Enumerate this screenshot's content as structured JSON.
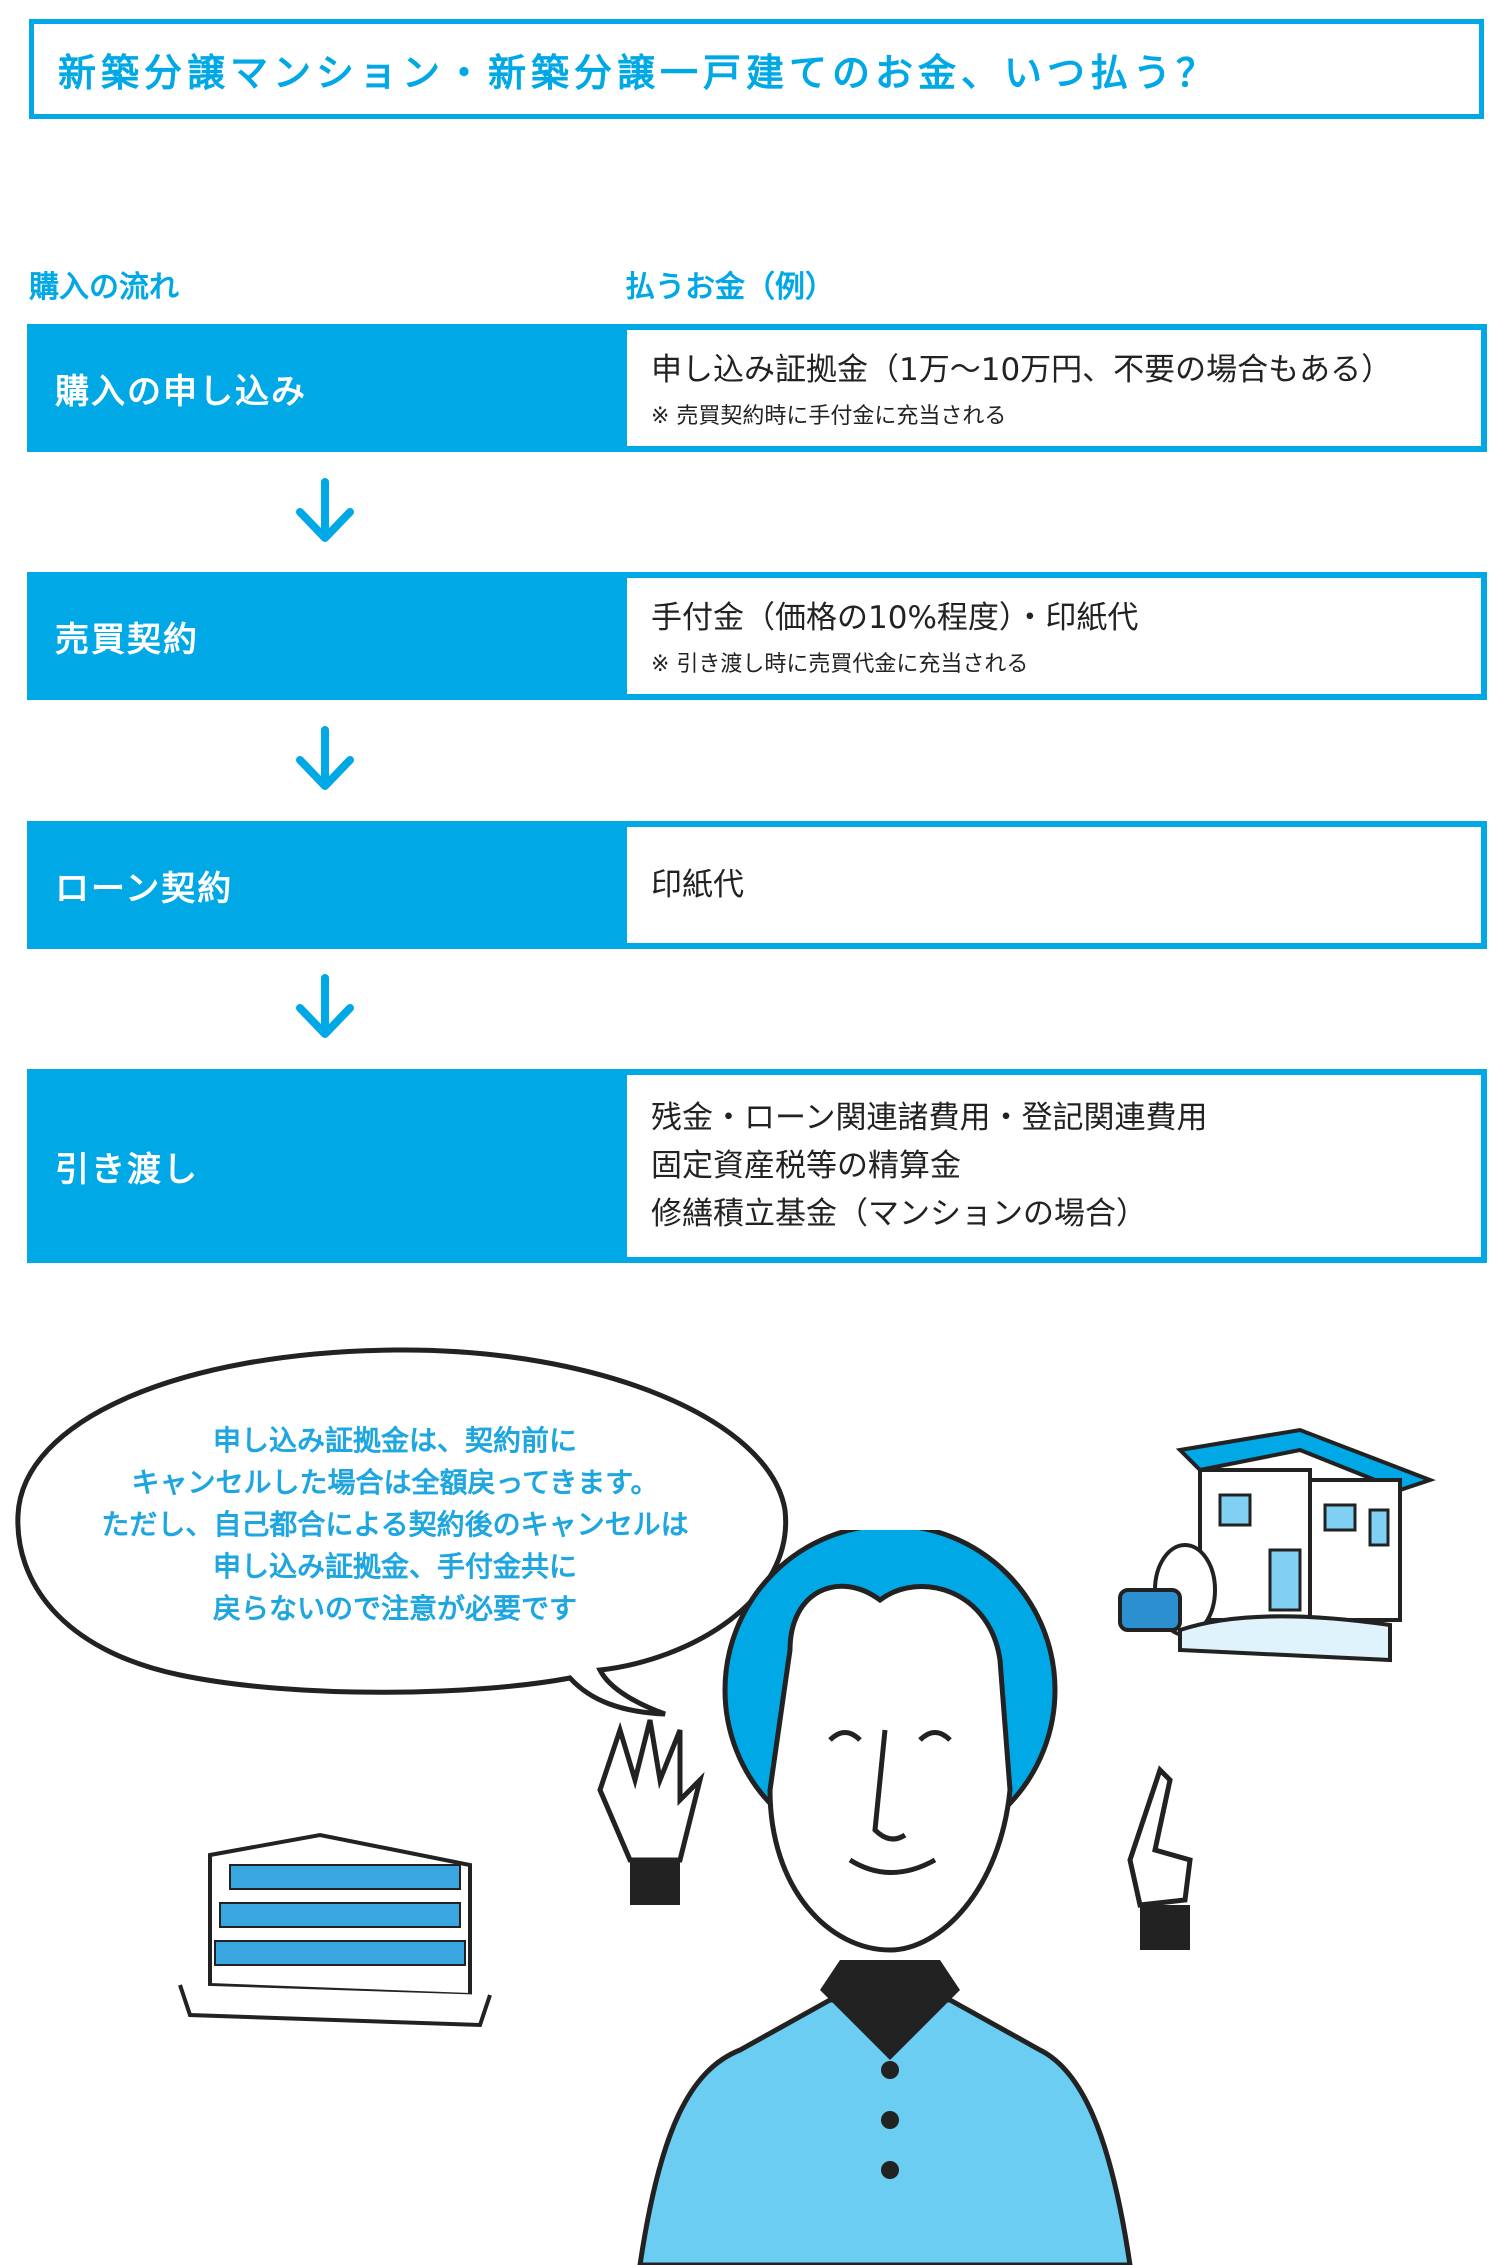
{
  "title": "新築分譲マンション・新築分譲一戸建てのお金、いつ払う？",
  "headers": {
    "flow": "購入の流れ",
    "payment": "払うお金（例）"
  },
  "steps": [
    {
      "label": "購入の申し込み",
      "lines": [
        "申し込み証拠金（1万〜10万円、不要の場合もある）"
      ],
      "note": "※ 売買契約時に手付金に充当される"
    },
    {
      "label": "売買契約",
      "lines": [
        "手付金（価格の10%程度）・印紙代"
      ],
      "note": "※ 引き渡し時に売買代金に充当される"
    },
    {
      "label": "ローン契約",
      "lines": [
        "印紙代"
      ]
    },
    {
      "label": "引き渡し",
      "lines": [
        "残金・ローン関連諸費用・登記関連費用",
        "固定資産税等の精算金",
        "修繕積立基金（マンションの場合）"
      ]
    }
  ],
  "speech_bubble": [
    "申し込み証拠金は、契約前に",
    "キャンセルした場合は全額戻ってきます。",
    "ただし、自己都合による契約後のキャンセルは",
    "申し込み証拠金、手付金共に",
    "戻らないので注意が必要です"
  ],
  "colors": {
    "accent": "#00a8e6",
    "shirt": "#6ccdf3",
    "text": "#222222"
  }
}
